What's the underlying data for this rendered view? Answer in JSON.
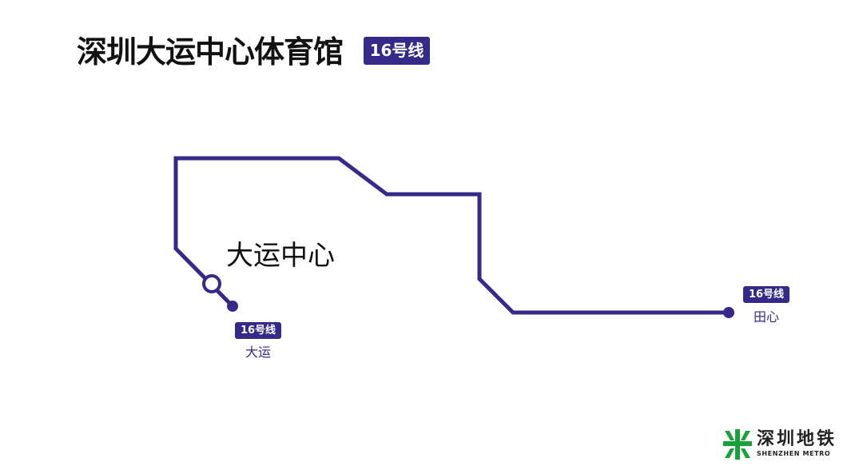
{
  "header": {
    "title": "深圳大运中心体育馆",
    "line_badge": "16号线"
  },
  "map": {
    "line_color": "#35298a",
    "line_name": "16号线",
    "current_station": "大运中心",
    "termini": [
      {
        "badge": "16号线",
        "name": "大运"
      },
      {
        "badge": "16号线",
        "name": "田心"
      }
    ]
  },
  "logo": {
    "cn": "深圳地铁",
    "en": "SHENZHEN METRO",
    "color": "#1aa03a"
  }
}
